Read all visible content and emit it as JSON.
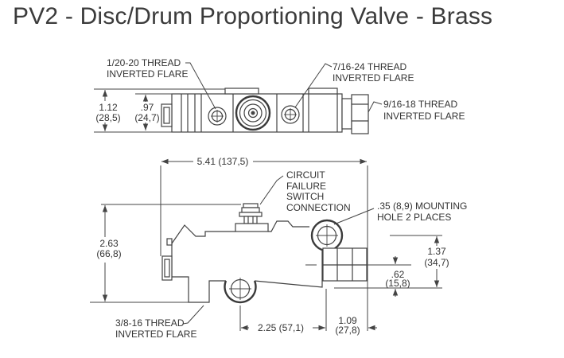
{
  "title": "PV2 - Disc/Drum Proportioning Valve - Brass",
  "colors": {
    "line": "#414141",
    "title": "#3b3b3b",
    "background": "#ffffff"
  },
  "top_view": {
    "label_port_left": {
      "line1": "1/20-20 THREAD",
      "line2": "INVERTED FLARE"
    },
    "label_port_right": {
      "line1": "7/16-24 THREAD",
      "line2": "INVERTED FLARE"
    },
    "label_outlet": {
      "line1": "9/16-18 THREAD",
      "line2": "INVERTED FLARE"
    },
    "dim_overall_height": {
      "inches": "1.12",
      "mm": "(28,5)"
    },
    "dim_body_height": {
      "inches": ".97",
      "mm": "(24,7)"
    }
  },
  "side_view": {
    "label_switch": {
      "line1": "CIRCUIT",
      "line2": "FAILURE",
      "line3": "SWITCH",
      "line4": "CONNECTION"
    },
    "label_mounting": {
      "line1": ".35 (8,9) MOUNTING",
      "line2": "HOLE 2 PLACES"
    },
    "label_port_bottom": {
      "line1": "3/8-16 THREAD",
      "line2": "INVERTED FLARE"
    },
    "dim_overall_length": "5.41 (137,5)",
    "dim_overall_height": {
      "inches": "2.63",
      "mm": "(66,8)"
    },
    "dim_outlet_drop": {
      "inches": "1.37",
      "mm": "(34,7)"
    },
    "dim_outlet_center": {
      "inches": ".62",
      "mm": "(15,8)"
    },
    "dim_hole_spacing": "2.25 (57,1)",
    "dim_hole_to_end": {
      "inches": "1.09",
      "mm": "(27,8)"
    }
  }
}
